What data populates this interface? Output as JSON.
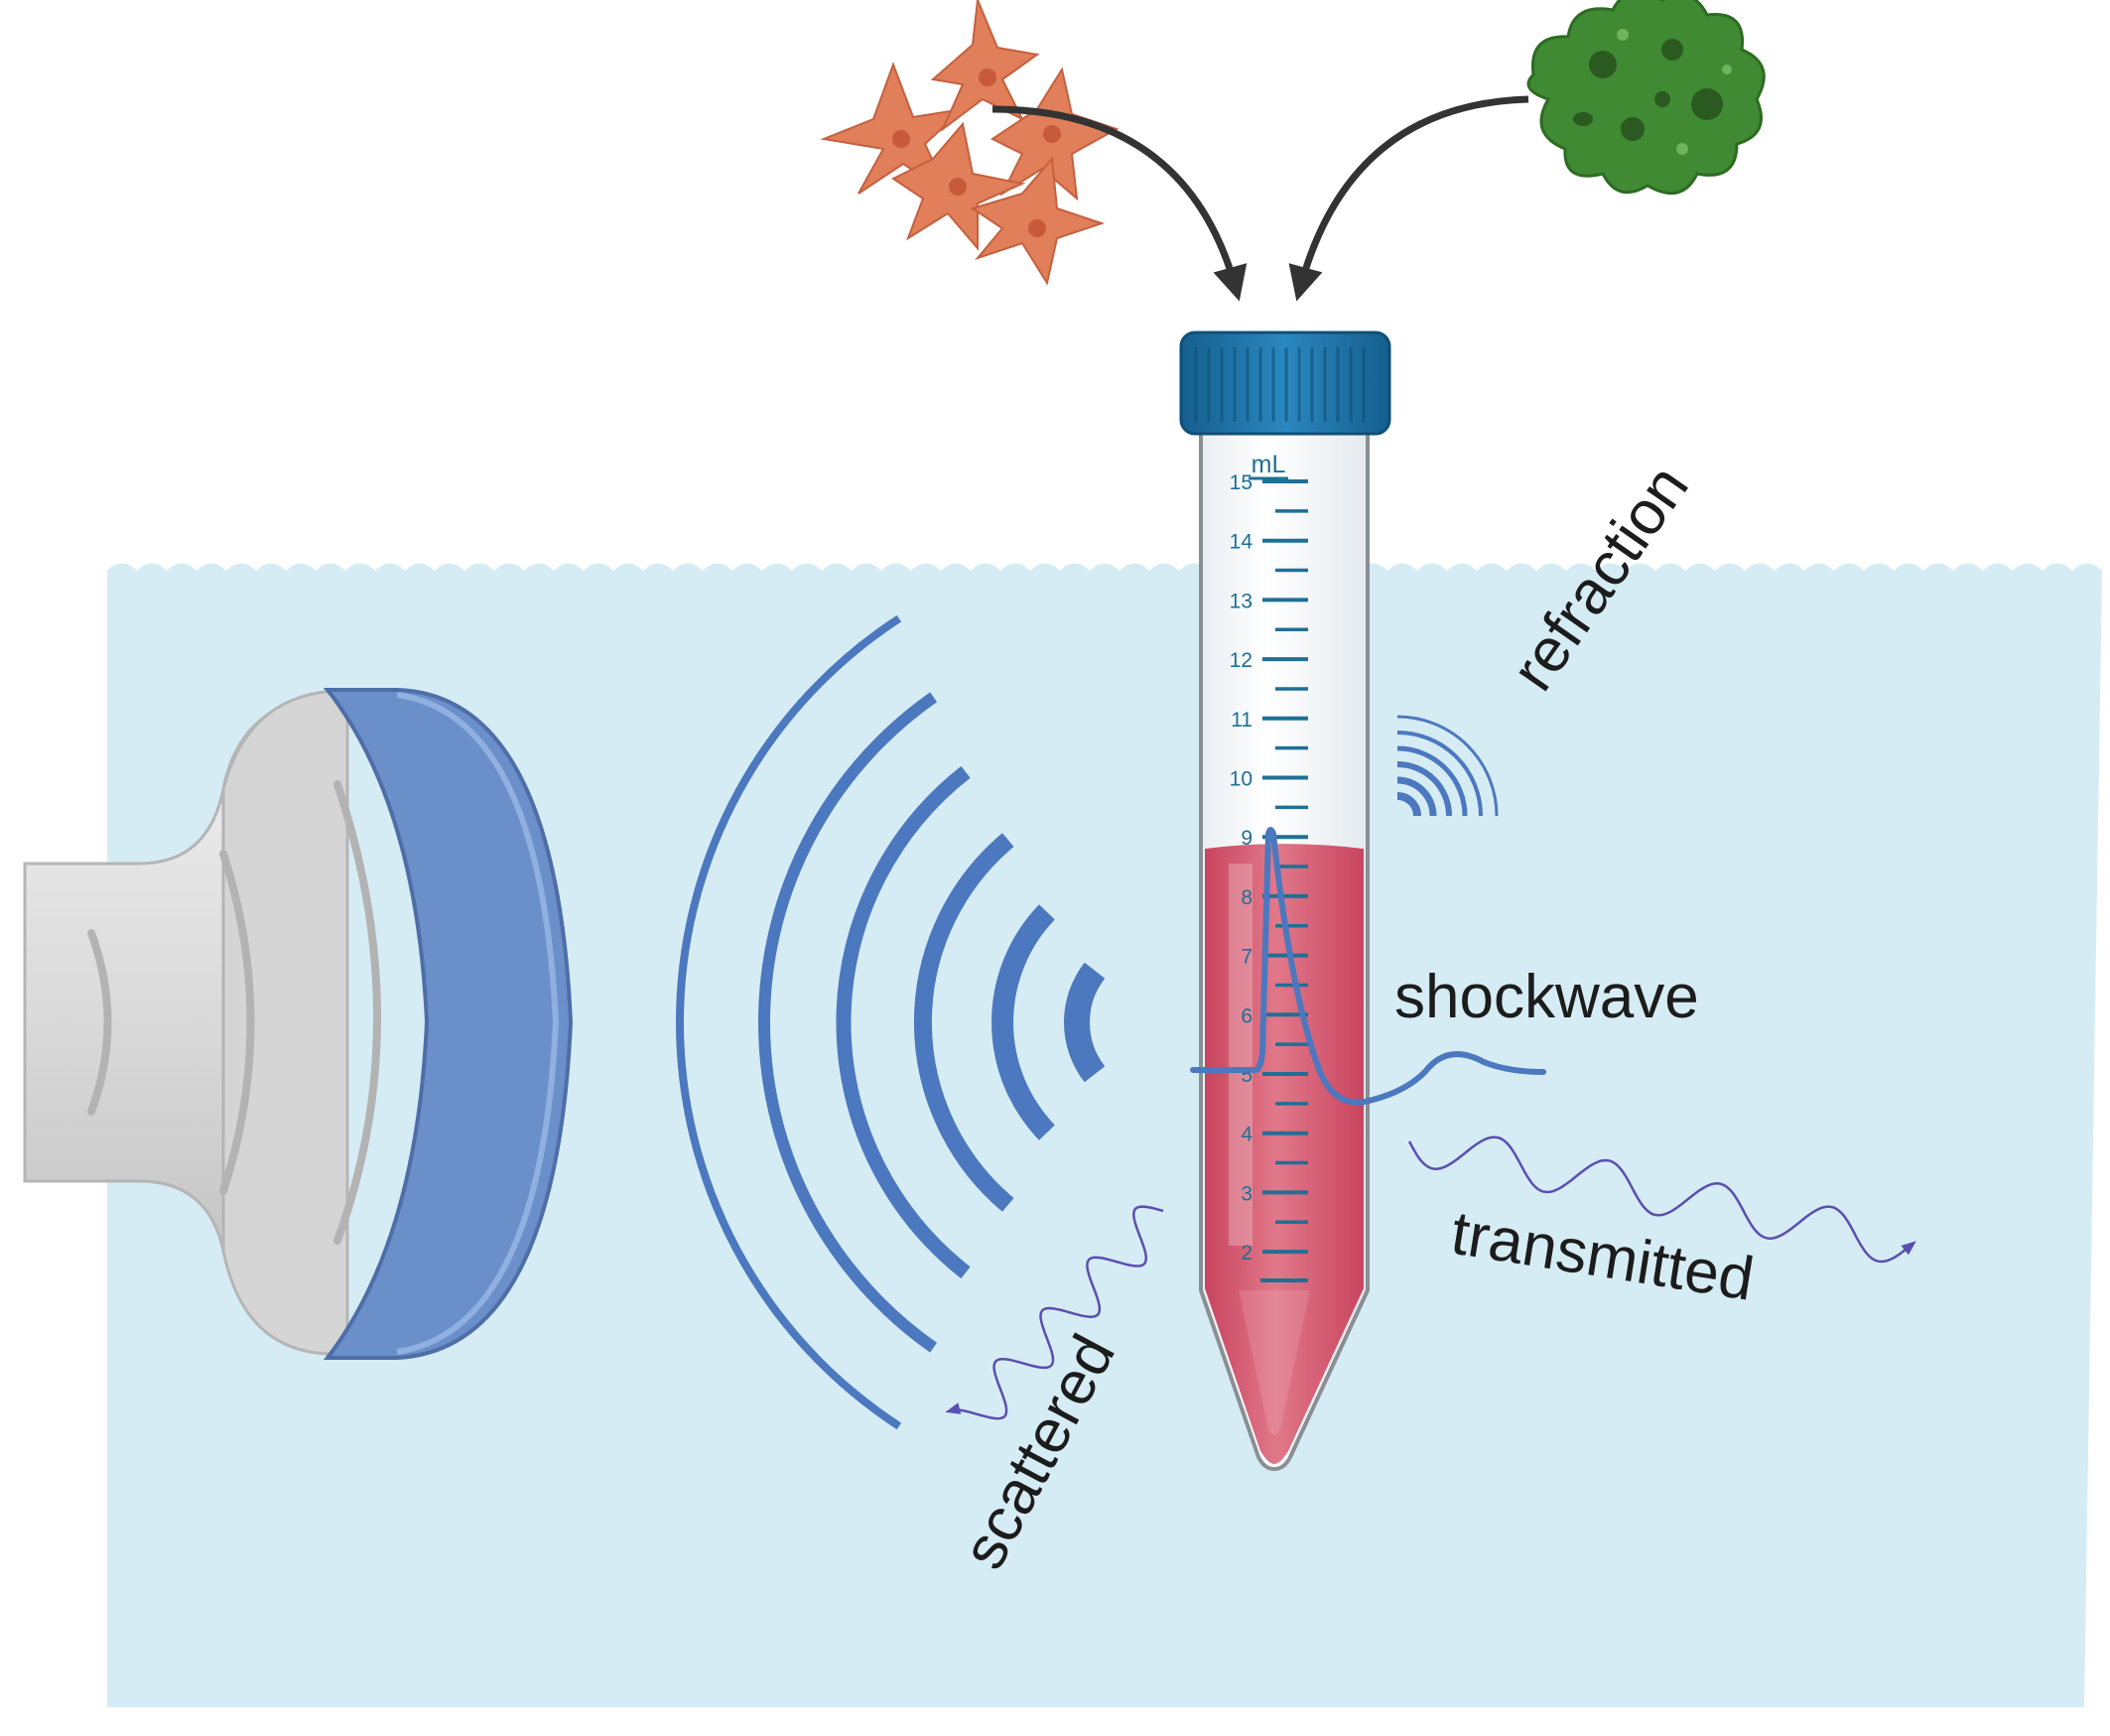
{
  "labels": {
    "refraction": "refraction",
    "shockwave": "shockwave",
    "transmitted": "transmitted",
    "scattered": "scattered"
  },
  "tube": {
    "unit": "mL",
    "graduations": [
      "15",
      "14",
      "13",
      "12",
      "11",
      "10",
      "9",
      "8",
      "7",
      "6",
      "5",
      "4",
      "3",
      "2"
    ],
    "fill_level_ml": 8.8
  },
  "colors": {
    "water": "#d6ecf4",
    "wave": "#4b78bf",
    "cap": "#1f73a8",
    "liquid": "#d6586f",
    "scale": "#1f6f96",
    "transducer_band": "#6a8fc9",
    "transducer_body": "#dcdcdc",
    "cells_left": "#e07f5a",
    "cells_right": "#3f8a32",
    "arrow": "#333333"
  },
  "icons": {
    "transducer": "ultrasound-transducer-icon",
    "cells_left": "adherent-cells-icon",
    "cells_right": "tissue-fragment-icon",
    "tube": "conical-tube-icon"
  }
}
